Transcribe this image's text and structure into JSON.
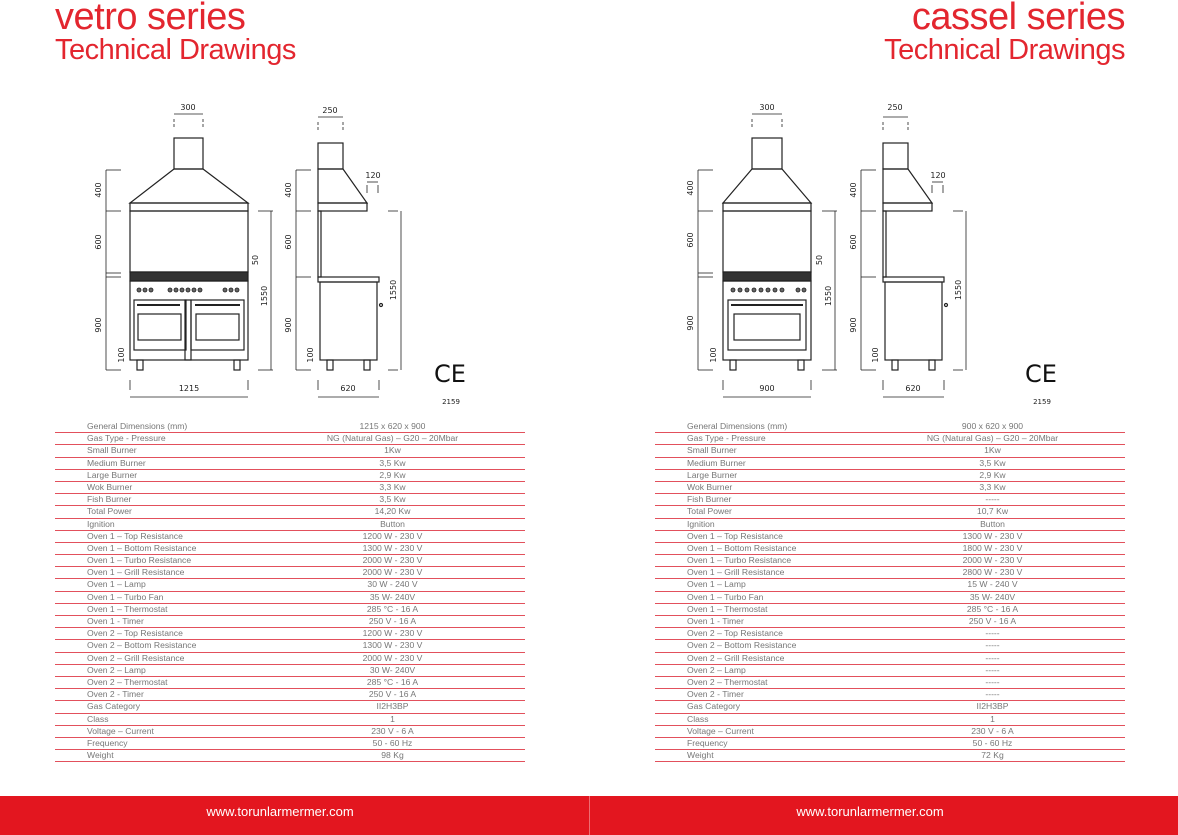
{
  "left": {
    "series_title": "vetro series",
    "subtitle": "Technical Drawings",
    "drawing": {
      "chimney_w": "300",
      "side_chimney_w": "250",
      "hood_depth": "120",
      "h_hood": "400",
      "h_back": "600",
      "h_body": "900",
      "h_leg": "100",
      "h_strip": "50",
      "h_total": "1550",
      "width": "1215",
      "depth": "620",
      "side_h_hood": "400",
      "side_h_back": "600",
      "side_h_body": "900",
      "side_h_leg": "100",
      "side_total": "1550"
    },
    "ce_mark": "CE",
    "ce_number": "2159",
    "specs": [
      [
        "General Dimensions (mm)",
        "1215 x 620 x 900"
      ],
      [
        "Gas Type - Pressure",
        "NG (Natural Gas) – G20 – 20Mbar"
      ],
      [
        "Small Burner",
        "1Kw"
      ],
      [
        "Medium Burner",
        "3,5 Kw"
      ],
      [
        "Large Burner",
        "2,9 Kw"
      ],
      [
        "Wok Burner",
        "3,3 Kw"
      ],
      [
        "Fish Burner",
        "3,5 Kw"
      ],
      [
        "Total Power",
        "14,20 Kw"
      ],
      [
        "Ignition",
        "Button"
      ],
      [
        "Oven 1 – Top Resistance",
        "1200 W - 230 V"
      ],
      [
        "Oven 1 – Bottom Resistance",
        "1300 W - 230 V"
      ],
      [
        "Oven 1 – Turbo Resistance",
        "2000 W - 230 V"
      ],
      [
        "Oven 1 – Grill Resistance",
        "2000 W - 230 V"
      ],
      [
        "Oven 1 – Lamp",
        "30 W - 240 V"
      ],
      [
        "Oven 1 – Turbo Fan",
        "35 W- 240V"
      ],
      [
        "Oven 1 – Thermostat",
        "285 °C - 16 A"
      ],
      [
        "Oven 1 - Timer",
        "250 V - 16 A"
      ],
      [
        "Oven 2 – Top Resistance",
        "1200 W - 230 V"
      ],
      [
        "Oven 2 – Bottom Resistance",
        "1300 W - 230 V"
      ],
      [
        "Oven 2 –  Grill Resistance",
        "2000 W - 230 V"
      ],
      [
        "Oven 2 – Lamp",
        "30 W- 240V"
      ],
      [
        "Oven 2 – Thermostat",
        "285 °C - 16 A"
      ],
      [
        "Oven 2 - Timer",
        "250 V - 16 A"
      ],
      [
        "Gas Category",
        "II2H3BP"
      ],
      [
        "Class",
        "1"
      ],
      [
        "Voltage – Current",
        "230 V - 6 A"
      ],
      [
        "Frequency",
        "50 - 60 Hz"
      ],
      [
        "Weight",
        "98 Kg"
      ]
    ],
    "footer_url": "www.torunlarmermer.com"
  },
  "right": {
    "series_title": "cassel series",
    "subtitle": "Technical Drawings",
    "drawing": {
      "chimney_w": "300",
      "side_chimney_w": "250",
      "hood_depth": "120",
      "h_hood": "400",
      "h_back": "600",
      "h_body": "900",
      "h_leg": "100",
      "h_strip": "50",
      "h_total": "1550",
      "width": "900",
      "depth": "620",
      "side_h_hood": "400",
      "side_h_back": "600",
      "side_h_body": "900",
      "side_h_leg": "100",
      "side_total": "1550"
    },
    "ce_mark": "CE",
    "ce_number": "2159",
    "specs": [
      [
        "General Dimensions (mm)",
        "900 x 620 x 900"
      ],
      [
        "Gas Type - Pressure",
        "NG (Natural Gas) – G20 – 20Mbar"
      ],
      [
        "Small Burner",
        "1Kw"
      ],
      [
        "Medium Burner",
        "3,5 Kw"
      ],
      [
        "Large Burner",
        "2,9 Kw"
      ],
      [
        "Wok Burner",
        "3,3 Kw"
      ],
      [
        "Fish Burner",
        "-----"
      ],
      [
        "Total Power",
        "10,7 Kw"
      ],
      [
        "Ignition",
        "Button"
      ],
      [
        "Oven 1 – Top Resistance",
        "1300 W - 230 V"
      ],
      [
        "Oven 1 – Bottom Resistance",
        "1800 W - 230 V"
      ],
      [
        "Oven 1 – Turbo Resistance",
        "2000 W - 230 V"
      ],
      [
        "Oven 1 – Grill Resistance",
        "2800 W - 230 V"
      ],
      [
        "Oven 1 – Lamp",
        "15 W - 240 V"
      ],
      [
        "Oven 1 – Turbo Fan",
        "35 W- 240V"
      ],
      [
        "Oven 1 – Thermostat",
        "285 °C - 16 A"
      ],
      [
        "Oven 1 - Timer",
        "250 V - 16 A"
      ],
      [
        "Oven 2 – Top Resistance",
        "-----"
      ],
      [
        "Oven 2 – Bottom Resistance",
        "-----"
      ],
      [
        "Oven 2 –  Grill Resistance",
        "-----"
      ],
      [
        "Oven 2 – Lamp",
        "-----"
      ],
      [
        "Oven 2 – Thermostat",
        "-----"
      ],
      [
        "Oven 2 - Timer",
        "-----"
      ],
      [
        "Gas Category",
        "II2H3BP"
      ],
      [
        "Class",
        "1"
      ],
      [
        "Voltage – Current",
        "230 V - 6 A"
      ],
      [
        "Frequency",
        "50 - 60 Hz"
      ],
      [
        "Weight",
        "72 Kg"
      ]
    ],
    "footer_url": "www.torunlarmermer.com"
  },
  "colors": {
    "brand_red": "#e3161f",
    "rule_red": "#e2505c",
    "text_grey": "#777777"
  }
}
